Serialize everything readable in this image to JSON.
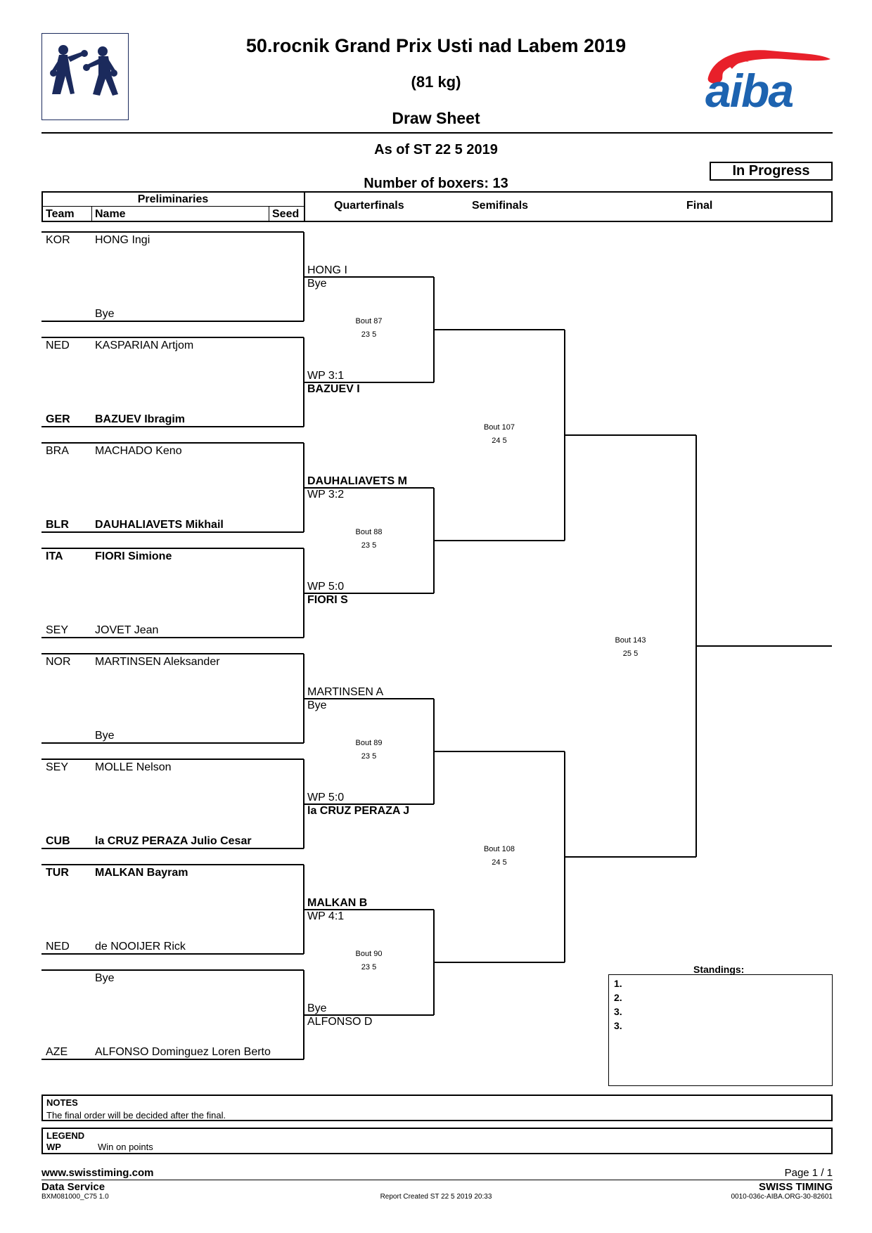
{
  "header": {
    "title": "50.rocnik Grand Prix Usti nad Labem 2019",
    "weight": "(81 kg)",
    "sheet": "Draw Sheet",
    "as_of": "As of ST 22 5 2019",
    "num_boxers": "Number of boxers: 13",
    "status": "In Progress",
    "logo_right_text": "aiba"
  },
  "columns": {
    "preliminaries": "Preliminaries",
    "team": "Team",
    "name": "Name",
    "seed": "Seed",
    "quarterfinals": "Quarterfinals",
    "semifinals": "Semifinals",
    "final": "Final"
  },
  "entries": [
    {
      "team": "KOR",
      "name": "HONG Ingi",
      "bold": false
    },
    {
      "team": "",
      "name": "Bye",
      "bold": false
    },
    {
      "team": "NED",
      "name": "KASPARIAN Artjom",
      "bold": false
    },
    {
      "team": "GER",
      "name": "BAZUEV Ibragim",
      "bold": true
    },
    {
      "team": "BRA",
      "name": "MACHADO Keno",
      "bold": false
    },
    {
      "team": "BLR",
      "name": "DAUHALIAVETS Mikhail",
      "bold": true
    },
    {
      "team": "ITA",
      "name": "FIORI Simione",
      "bold": true
    },
    {
      "team": "SEY",
      "name": "JOVET Jean",
      "bold": false
    },
    {
      "team": "NOR",
      "name": "MARTINSEN Aleksander",
      "bold": false
    },
    {
      "team": "",
      "name": "Bye",
      "bold": false
    },
    {
      "team": "SEY",
      "name": "MOLLE Nelson",
      "bold": false
    },
    {
      "team": "CUB",
      "name": "la CRUZ PERAZA Julio Cesar",
      "bold": true
    },
    {
      "team": "TUR",
      "name": "MALKAN Bayram",
      "bold": true
    },
    {
      "team": "NED",
      "name": "de NOOIJER Rick",
      "bold": false
    },
    {
      "team": "",
      "name": "Bye",
      "bold": false
    },
    {
      "team": "AZE",
      "name": "ALFONSO Dominguez Loren Berto",
      "bold": false
    }
  ],
  "quarterfinals": [
    {
      "upper_1": "HONG I",
      "upper_2": "Bye",
      "lower_1": "WP 3:1",
      "lower_2": "BAZUEV I",
      "u1b": false,
      "u2b": false,
      "l1b": false,
      "l2b": true,
      "bout": "Bout  87",
      "date": "23 5"
    },
    {
      "upper_1": "DAUHALIAVETS M",
      "upper_2": "WP 3:2",
      "lower_1": "WP 5:0",
      "lower_2": "FIORI S",
      "u1b": true,
      "u2b": false,
      "l1b": false,
      "l2b": true,
      "bout": "Bout  88",
      "date": "23 5"
    },
    {
      "upper_1": "MARTINSEN A",
      "upper_2": "Bye",
      "lower_1": "WP 5:0",
      "lower_2": "la CRUZ PERAZA J",
      "u1b": false,
      "u2b": false,
      "l1b": false,
      "l2b": true,
      "bout": "Bout  89",
      "date": "23 5"
    },
    {
      "upper_1": "MALKAN B",
      "upper_2": "WP 4:1",
      "lower_1": "Bye",
      "lower_2": "ALFONSO D",
      "u1b": true,
      "u2b": false,
      "l1b": false,
      "l2b": false,
      "bout": "Bout  90",
      "date": "23 5"
    }
  ],
  "semifinals": [
    {
      "bout": "Bout  107",
      "date": "24 5"
    },
    {
      "bout": "Bout  108",
      "date": "24 5"
    }
  ],
  "final": {
    "bout": "Bout  143",
    "date": "25 5"
  },
  "standings": {
    "title": "Standings:",
    "places": [
      "1.",
      "2.",
      "3.",
      "3."
    ]
  },
  "notes": {
    "title": "NOTES",
    "text": "The final order will be decided after the final."
  },
  "legend": {
    "title": "LEGEND",
    "abbr": "WP",
    "meaning": "Win on points"
  },
  "footer": {
    "url": "www.swisstiming.com",
    "service": "Data Service",
    "code": "BXM081000_C75 1.0",
    "report": "Report Created  ST 22 5 2019 20:33",
    "page": "Page 1 / 1",
    "brand": "SWISS TIMING",
    "ref": "0010-036c-AIBA.ORG-30-82601"
  },
  "colors": {
    "aiba_red": "#e8202a",
    "aiba_blue": "#1d63b0",
    "boxer_navy": "#1b2a5c"
  }
}
